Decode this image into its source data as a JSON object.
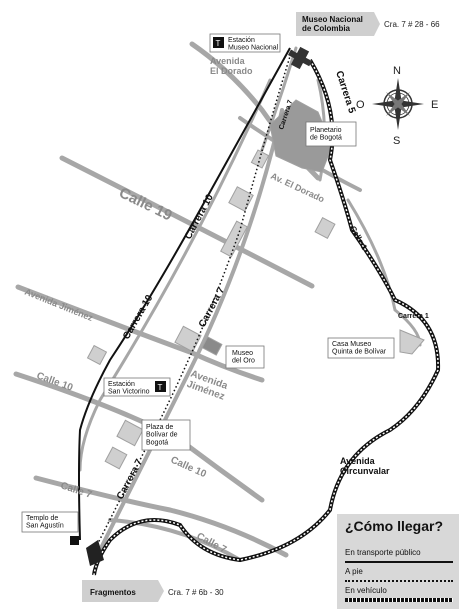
{
  "roads": {
    "avenida_el_dorado_top": "Avenida\nEl Dorado",
    "av_el_dorado": "Av. El Dorado",
    "calle_19": "Calle 19",
    "carrera_10_a": "Carrera 10",
    "carrera_10_b": "Carrera 10",
    "carrera_7_mid": "Carrera 7",
    "carrera_7_top": "Carrera 7",
    "carrera_7_low": "Carrera 7",
    "carrera_5": "Carrera 5",
    "calle_1": "Calle 1",
    "carrera_1": "Carrera 1",
    "avenida_jimenez_left": "Avenida Jiménez",
    "avenida_jimenez_right": "Avenida\nJiménez",
    "calle_10_left": "Calle 10",
    "calle_10_right": "Calle 10",
    "calle_7_left": "Calle 7",
    "calle_7_right": "Calle 7",
    "avenida_circunvalar": "Avenida\nCircunvalar"
  },
  "places": {
    "museo_nacional": "Museo Nacional\nde Colombia",
    "museo_nacional_address": "Cra. 7 # 28 - 66",
    "estacion_museo_nacional": "Estación\nMuseo Nacional",
    "planetario": "Planetario\nde Bogotá",
    "casa_museo": "Casa Museo\nQuinta de  Bolívar",
    "museo_del_oro": "Museo\ndel Oro",
    "estacion_san_victorino": "Estación\nSan Victorino",
    "plaza_bolivar": "Plaza de\nBolívar de\nBogotá",
    "templo_san_agustin": "Templo de\nSan Agustín",
    "fragmentos": "Fragmentos",
    "fragmentos_address": "Cra. 7 # 6b - 30"
  },
  "compass": {
    "n": "N",
    "s": "S",
    "e": "E",
    "o": "O"
  },
  "legend": {
    "title": "¿Cómo llegar?",
    "transporte_publico": "En transporte público",
    "a_pie": "A pie",
    "en_vehiculo": "En vehículo"
  },
  "icons": {
    "transmilenio": "transmilenio-icon",
    "arrow": "arrow-icon"
  },
  "colors": {
    "road": "#9e9e9e",
    "block": "#cfcfcf",
    "route_transit": "#111111",
    "route_walk": "#111111",
    "route_vehicle": "#111111",
    "legend_bg": "#d8d8d8"
  }
}
